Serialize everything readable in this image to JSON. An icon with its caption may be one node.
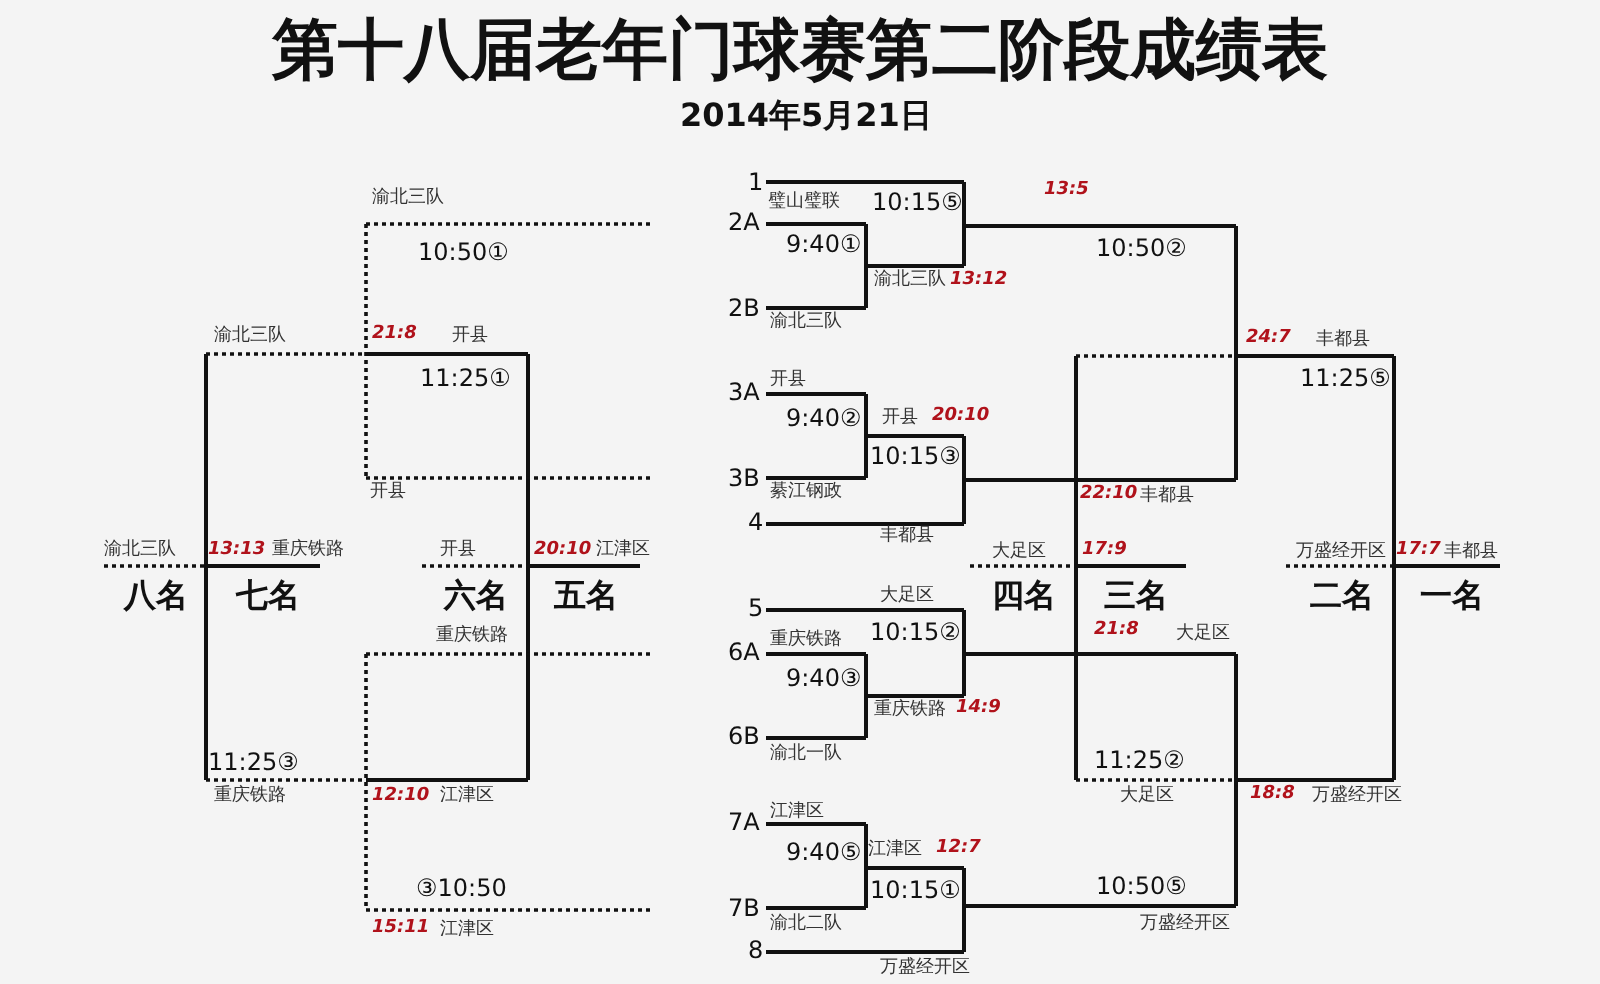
{
  "diagram": {
    "title": "第十八届老年门球赛第二阶段成绩表",
    "labels": [
      "2014年5月21日",
      "渝北三队",
      "1",
      "13:5",
      "璧山璧联",
      "10:15⑤",
      "2A",
      "10:50①",
      "9:40①",
      "10:50②",
      "渝北三队",
      "13:12",
      "2B",
      "渝北三队",
      "渝北三队",
      "21:8",
      "开县",
      "24:7",
      "丰都县",
      "11:25①",
      "11:25⑤",
      "3A",
      "开县",
      "9:40②",
      "开县",
      "20:10",
      "10:15③",
      "开县",
      "3B",
      "綦江钢政",
      "22:10",
      "丰都县",
      "4",
      "丰都县",
      "渝北三队",
      "13:13",
      "重庆铁路",
      "开县",
      "20:10",
      "江津区",
      "大足区",
      "17:9",
      "万盛经开区",
      "17:7",
      "丰都县",
      "八名",
      "七名",
      "六名",
      "五名",
      "四名",
      "三名",
      "二名",
      "一名",
      "5",
      "大足区",
      "重庆铁路",
      "10:15②",
      "21:8",
      "大足区",
      "6A",
      "重庆铁路",
      "9:40③",
      "重庆铁路",
      "14:9",
      "11:25③",
      "6B",
      "渝北一队",
      "11:25②",
      "重庆铁路",
      "12:10",
      "江津区",
      "大足区",
      "18:8",
      "万盛经开区",
      "7A",
      "江津区",
      "9:40⑤",
      "江津区",
      "12:7",
      "③10:50",
      "10:15①",
      "10:50⑤",
      "15:11",
      "江津区",
      "7B",
      "渝北二队",
      "万盛经开区",
      "8",
      "万盛经开区"
    ]
  }
}
